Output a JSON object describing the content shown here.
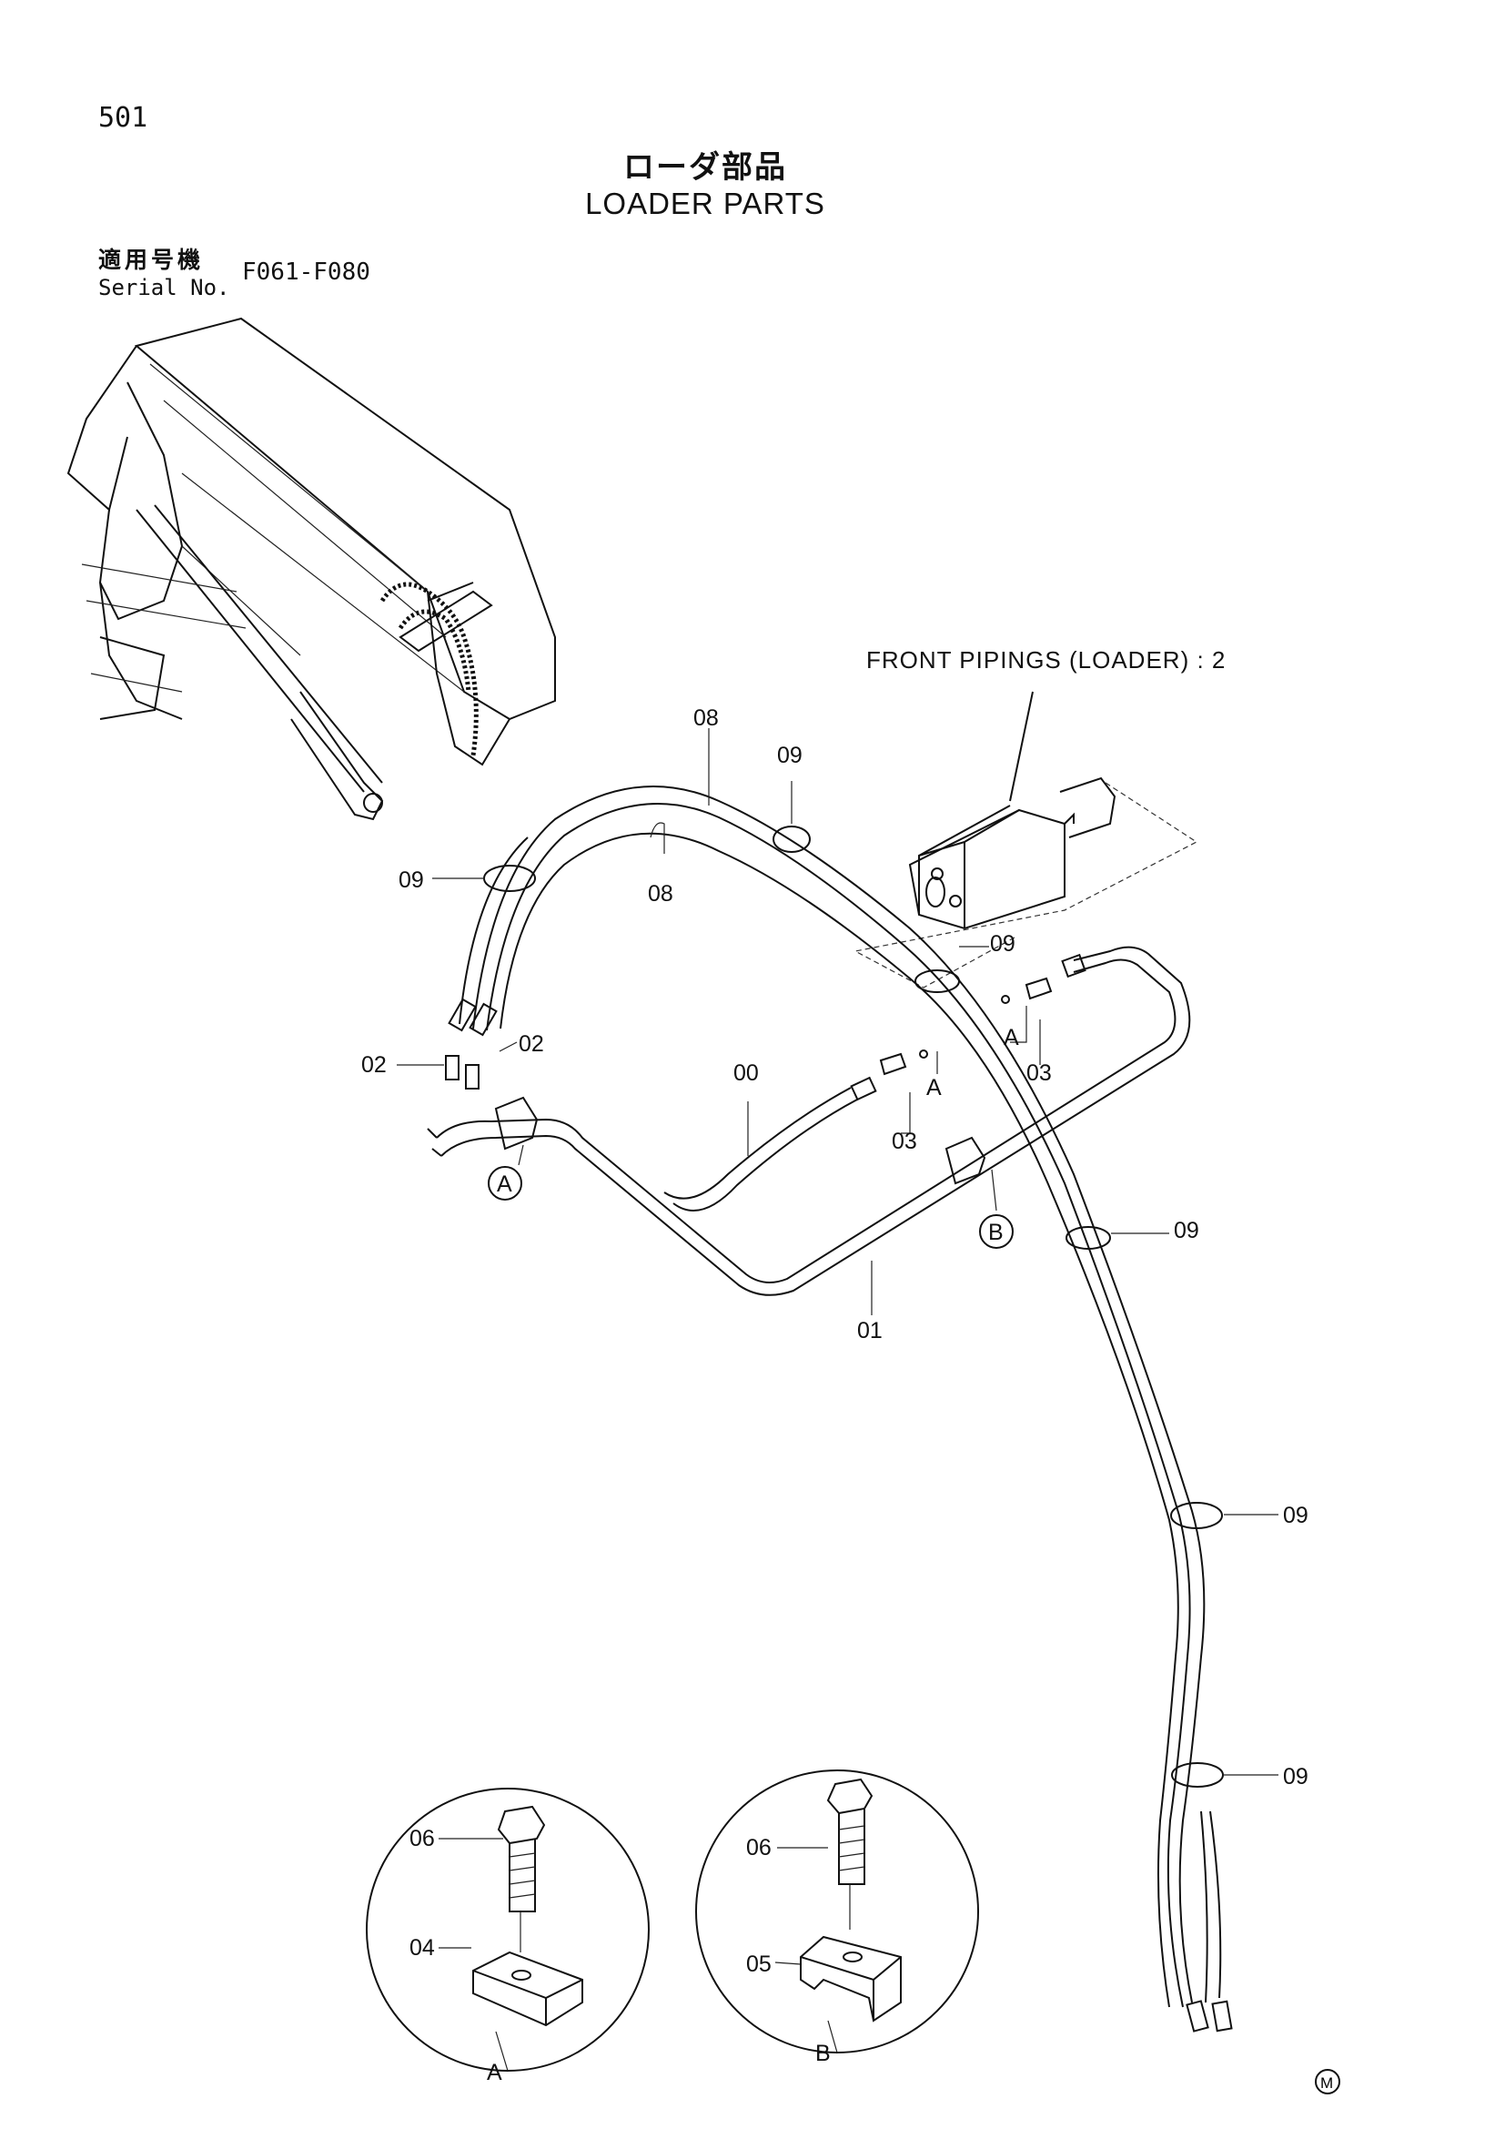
{
  "header": {
    "page_number": "501",
    "title_ja": "ローダ部品",
    "title_en": "LOADER PARTS",
    "serial_label_ja": "適用号機",
    "serial_label_en": "Serial No.",
    "serial_range": "F061-F080"
  },
  "diagram": {
    "front_pipings_ref": "FRONT PIPINGS (LOADER) : 2",
    "part_labels": {
      "p00": "00",
      "p01": "01",
      "p02": "02",
      "p03": "03",
      "p04": "04",
      "p05": "05",
      "p06": "06",
      "p08": "08",
      "p09": "09"
    },
    "detail_refs": {
      "a": "A",
      "b": "B"
    },
    "corner_mark": "M"
  }
}
